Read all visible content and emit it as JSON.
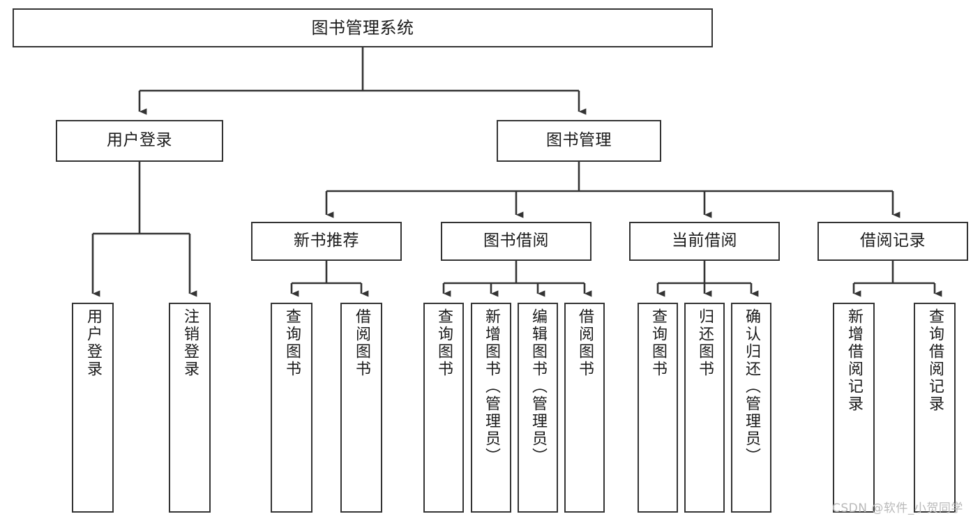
{
  "diagram": {
    "title": "图书管理系统",
    "type": "tree-hierarchy-chart",
    "background_color": "#ffffff",
    "line_color": "#333333",
    "text_color": "#1a1a1a",
    "nodes": {
      "root": {
        "label": "图书管理系统"
      },
      "level2": [
        {
          "label": "用户登录"
        },
        {
          "label": "图书管理"
        }
      ],
      "level3": [
        {
          "label": "新书推荐"
        },
        {
          "label": "图书借阅"
        },
        {
          "label": "当前借阅"
        },
        {
          "label": "借阅记录"
        }
      ],
      "leaves_user_login": [
        {
          "label": "用户登录"
        },
        {
          "label": "注销登录"
        }
      ],
      "leaves_new_book": [
        {
          "label": "查询图书"
        },
        {
          "label": "借阅图书"
        }
      ],
      "leaves_borrow": [
        {
          "label": "查询图书"
        },
        {
          "label": "新增图书（管理员）"
        },
        {
          "label": "编辑图书（管理员）"
        },
        {
          "label": "借阅图书"
        }
      ],
      "leaves_current": [
        {
          "label": "查询图书"
        },
        {
          "label": "归还图书"
        },
        {
          "label": "确认归还（管理员）"
        }
      ],
      "leaves_records": [
        {
          "label": "新增借阅记录"
        },
        {
          "label": "查询借阅记录"
        }
      ]
    },
    "watermark": "CSDN @软件_小贺同学"
  }
}
